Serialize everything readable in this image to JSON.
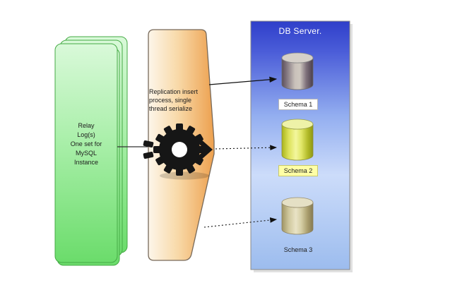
{
  "diagram": {
    "relay_stack": {
      "label": "Relay\nLog(s)\nOne set for\nMySQL\nInstance"
    },
    "funnel": {
      "label": "Replication insert\nprocess, single\nthread serialize"
    },
    "db_server": {
      "title": "DB Server.",
      "schemas": [
        {
          "label": "Schema 1"
        },
        {
          "label": "Schema 2"
        },
        {
          "label": "Schema 3"
        }
      ]
    },
    "colors": {
      "relay_green": "#77dd77",
      "relay_border": "#44aa44",
      "funnel_orange": "#eda04e",
      "funnel_cream": "#fdf6ea",
      "panel_blue_top": "#2f3fca",
      "panel_blue_bottom": "#9cbcee",
      "schema1_body": "#8d8289",
      "schema2_body": "#d8dd4a",
      "schema3_body": "#c2b98c",
      "schema1_label_bg": "#ffffff",
      "schema2_label_bg": "#ffffa6",
      "gear_black": "#161616"
    }
  }
}
